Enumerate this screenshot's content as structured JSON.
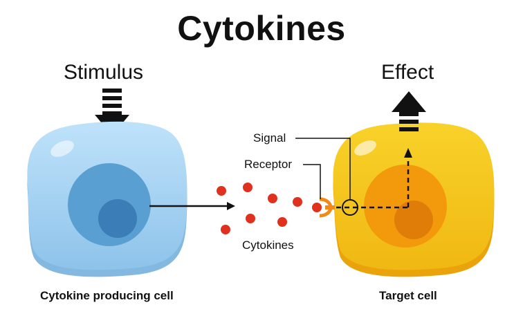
{
  "title": "Cytokines",
  "labels": {
    "stimulus": "Stimulus",
    "effect": "Effect",
    "signal": "Signal",
    "receptor": "Receptor",
    "cytokines": "Cytokines",
    "producing_cell": "Cytokine producing cell",
    "target_cell": "Target cell"
  },
  "colors": {
    "producer_cell": "#a9d6f5",
    "producer_nucleus": "#4a90c8",
    "target_cell": "#f5c81c",
    "target_nucleus": "#f08a0a",
    "cytokine": "#e0301e",
    "arrow": "#111111"
  }
}
